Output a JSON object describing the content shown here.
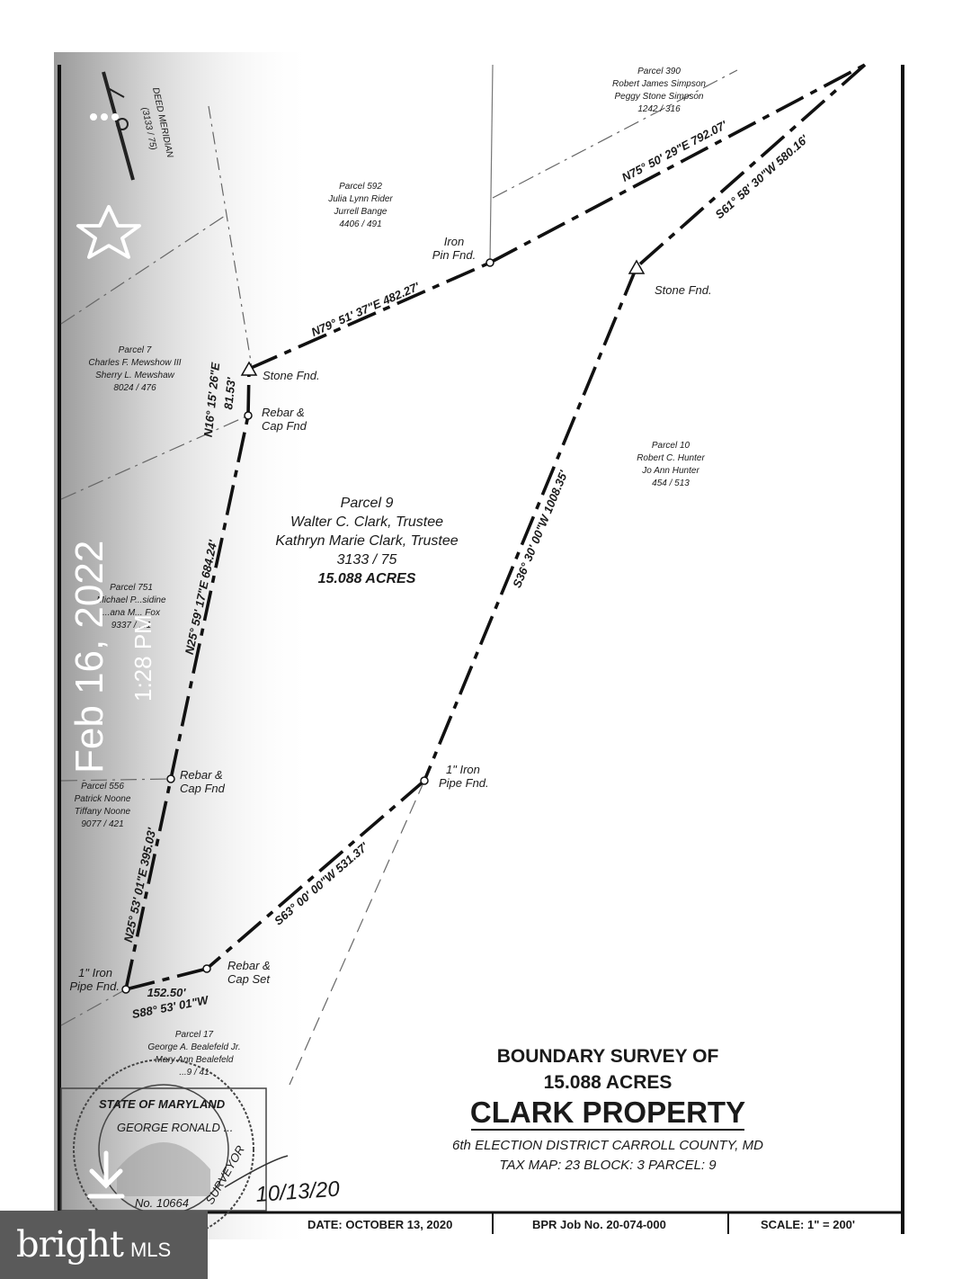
{
  "overlay": {
    "date": "Feb 16, 2022",
    "time": "1:28 PM",
    "icons": [
      "star-icon",
      "more-options-icon",
      "download-icon"
    ]
  },
  "north_arrow": {
    "label": "DEED MERIDIAN",
    "ref": "(3133 / 75)"
  },
  "parcels": {
    "p390": [
      "Parcel 390",
      "Robert James Simpson",
      "Peggy Stone Simpson",
      "1242 / 316"
    ],
    "p592": [
      "Parcel 592",
      "Julia Lynn Rider",
      "Jurrell Bange",
      "4406 / 491"
    ],
    "p7": [
      "Parcel 7",
      "Charles F. Mewshow III",
      "Sherry L. Mewshaw",
      "8024 / 476"
    ],
    "p10": [
      "Parcel 10",
      "Robert C. Hunter",
      "Jo Ann Hunter",
      "454 / 513"
    ],
    "p751": [
      "Parcel 751",
      "Michael P...sidine",
      "...ana M... Fox",
      "9337 / ...1"
    ],
    "p556": [
      "Parcel 556",
      "Patrick Noone",
      "Tiffany Noone",
      "9077 / 421"
    ],
    "p17": [
      "Parcel 17",
      "George A. Bealefeld Jr.",
      "Mary Ann Bealefeld",
      "...9 / 41"
    ]
  },
  "subject": {
    "name": "Parcel 9",
    "owner1": "Walter C. Clark, Trustee",
    "owner2": "Kathryn Marie Clark, Trustee",
    "deed": "3133 / 75",
    "acres": "15.088 ACRES"
  },
  "bearings": {
    "n79": "N79° 51' 37\"E  482.27'",
    "n75": "N75° 50' 29\"E  792.07'",
    "s61": "S61° 58' 30\"W  580.16'",
    "s36": "S36° 30' 00\"W  1008.35'",
    "s63": "S63° 00' 00\"W  531.37'",
    "s88_dist": "152.50'",
    "s88": "S88° 53' 01\"W",
    "n25a": "N25° 53' 01\"E  395.03'",
    "n25b": "N25° 59' 17\"E  684.24'",
    "n16": "N16° 15' 26\"E",
    "n16_dist": "81.53'"
  },
  "points": {
    "iron_pin": [
      "Iron",
      "Pin Fnd."
    ],
    "stone_right": "Stone Fnd.",
    "stone_left": "Stone Fnd.",
    "rebar_top": [
      "Rebar &",
      "Cap Fnd"
    ],
    "rebar_mid": [
      "Rebar &",
      "Cap Fnd"
    ],
    "iron_pipe_right": [
      "1\" Iron",
      "Pipe Fnd."
    ],
    "iron_pipe_left": [
      "1\" Iron",
      "Pipe Fnd."
    ],
    "rebar_set": [
      "Rebar &",
      "Cap Set"
    ]
  },
  "title_block": {
    "line1": "BOUNDARY SURVEY OF",
    "line2": "15.088 ACRES",
    "line3": "CLARK PROPERTY",
    "line4": "6th ELECTION DISTRICT CARROLL COUNTY, MD",
    "line5": "TAX MAP: 23    BLOCK: 3    PARCEL: 9"
  },
  "seal": {
    "top": "STATE OF MARYLAND",
    "name": "GEORGE RONALD ...",
    "number": "No. 10664",
    "bottom": "SURVEYOR"
  },
  "signature": "10/13/20",
  "footer": {
    "date": "DATE: OCTOBER 13, 2020",
    "job": "BPR Job No. 20-074-000",
    "scale": "SCALE: 1\" = 200'"
  },
  "brand": {
    "name": "bright",
    "suffix": "MLS"
  }
}
